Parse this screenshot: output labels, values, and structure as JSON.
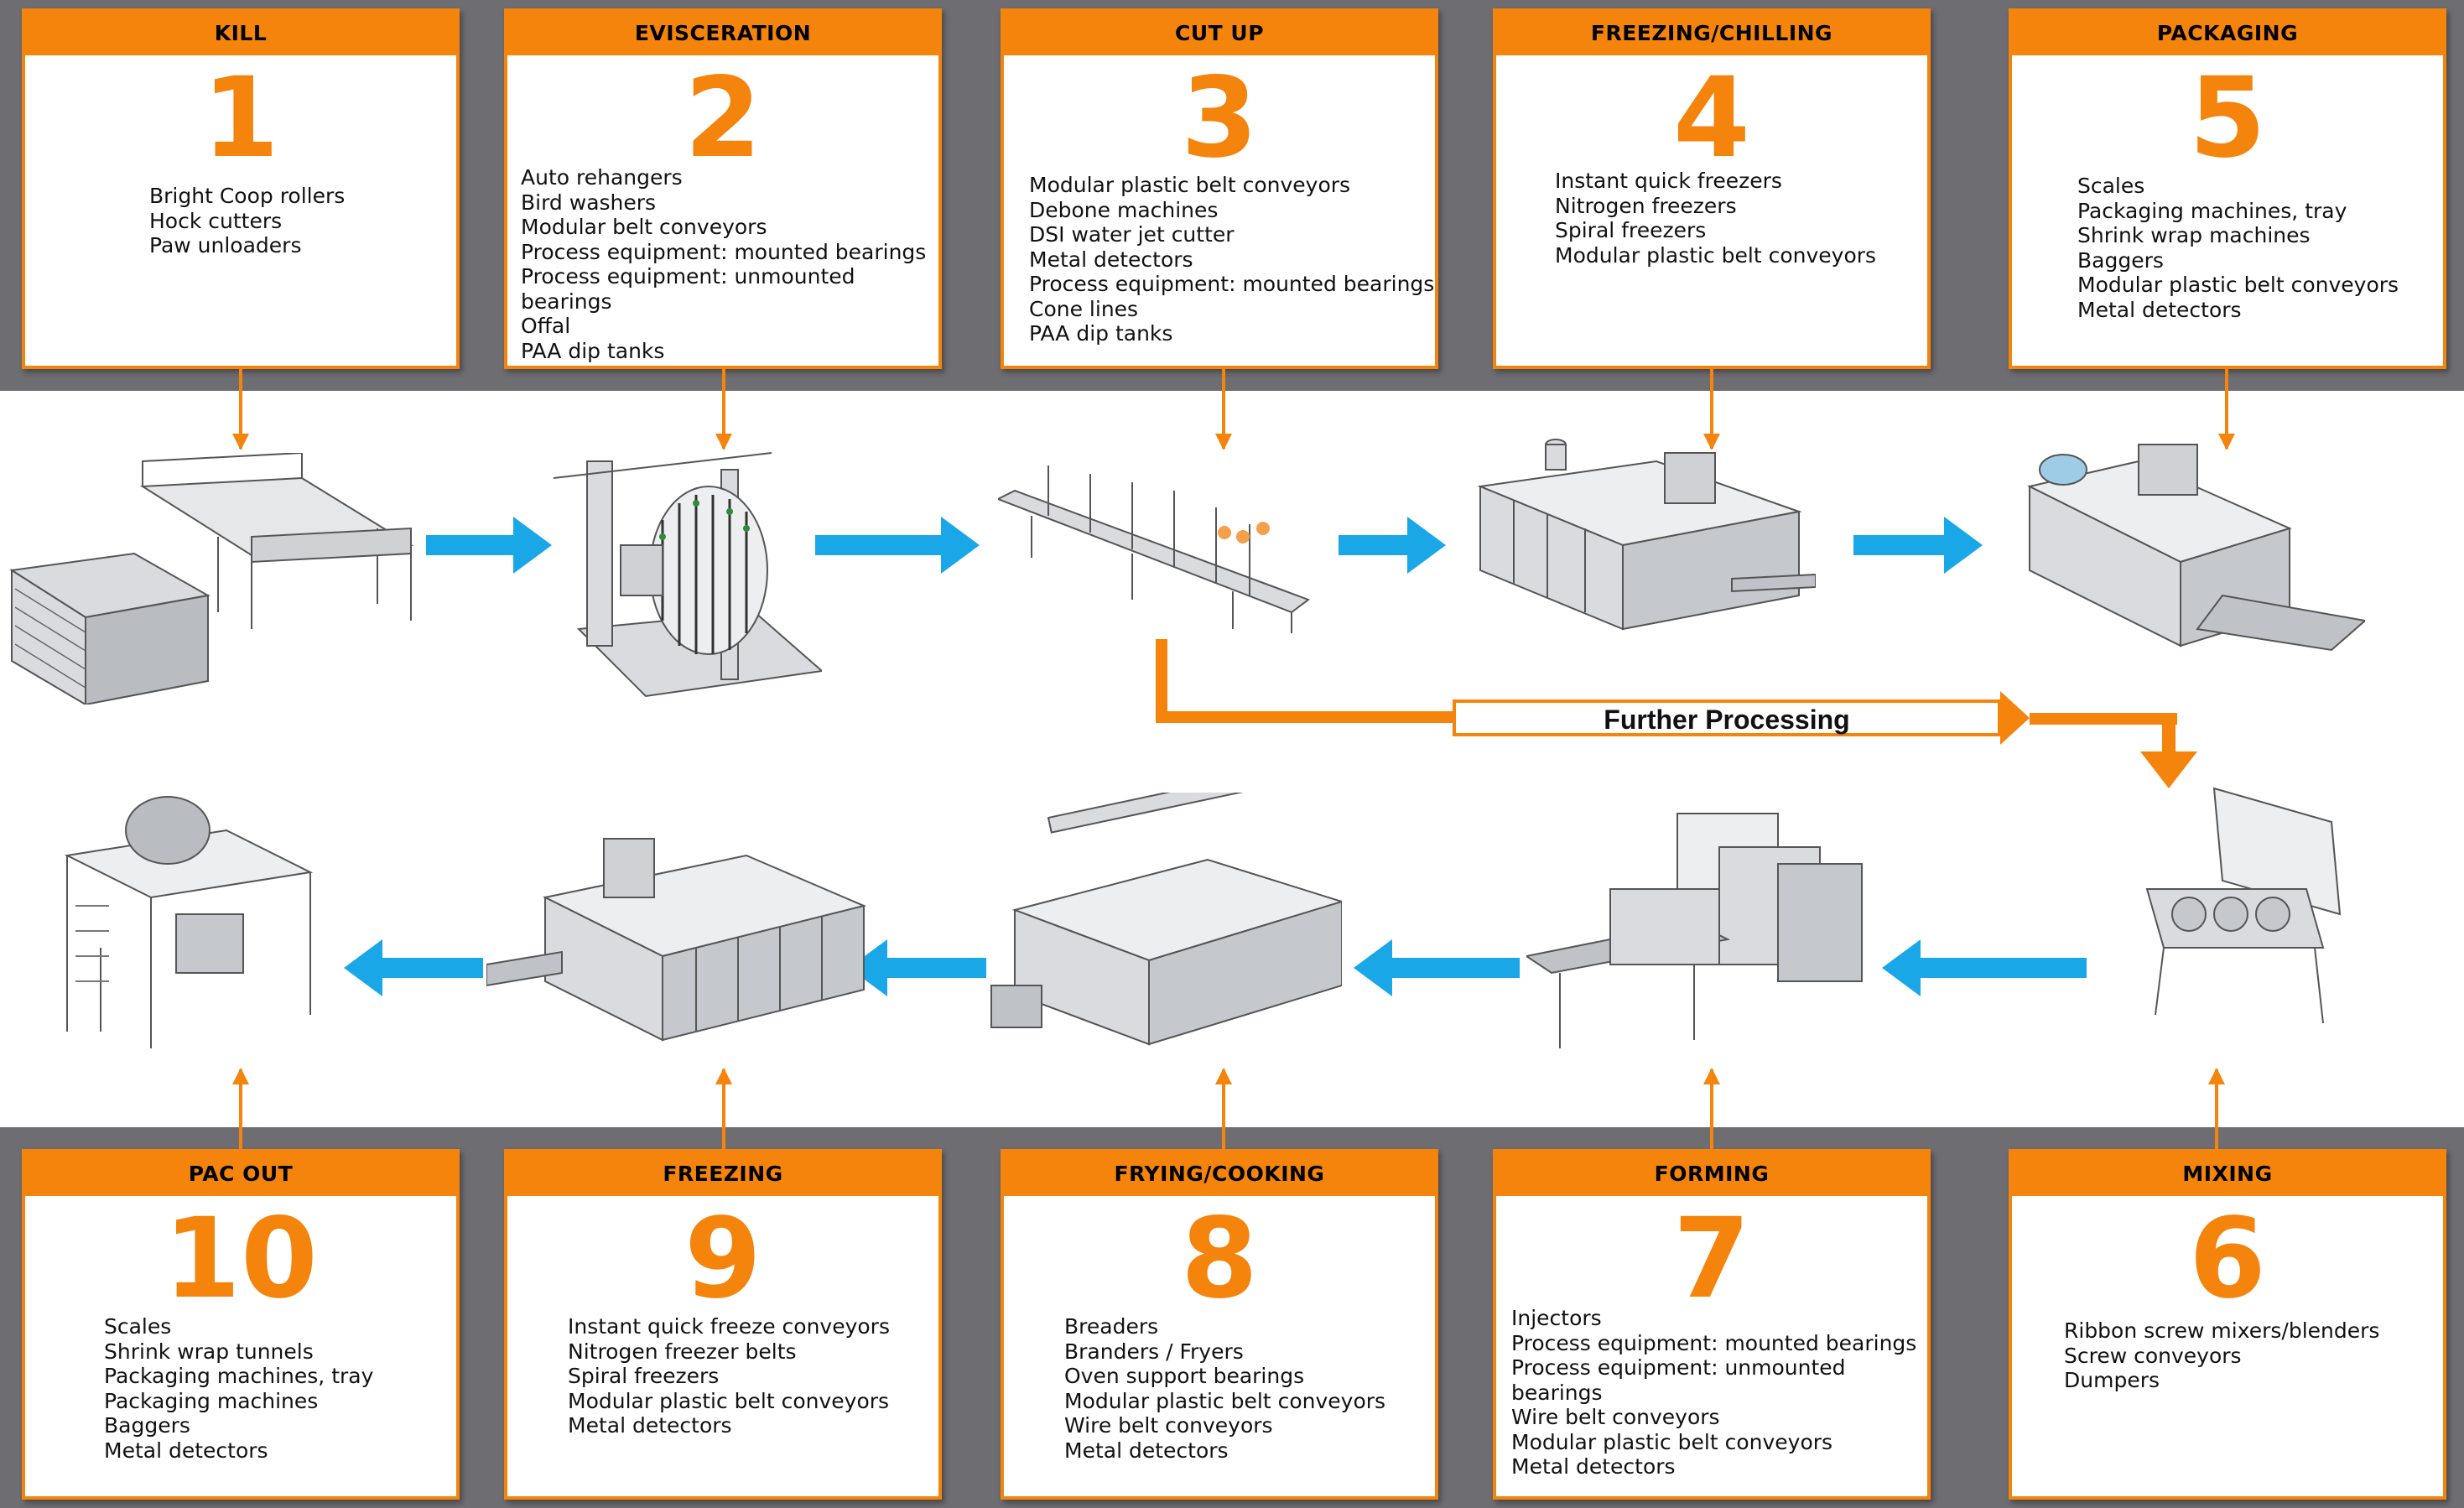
{
  "steps": [
    {
      "title": "KILL",
      "number": "1",
      "items": [
        "Bright Coop rollers",
        "Hock cutters",
        "Paw unloaders"
      ]
    },
    {
      "title": "EVISCERATION",
      "number": "2",
      "items": [
        "Auto rehangers",
        "Bird washers",
        "Modular belt conveyors",
        "Process equipment: mounted bearings",
        "Process equipment: unmounted bearings",
        "Offal",
        "PAA dip tanks"
      ]
    },
    {
      "title": "CUT UP",
      "number": "3",
      "items": [
        "Modular plastic belt conveyors",
        "Debone machines",
        "DSI water jet cutter",
        "Metal detectors",
        "Process equipment: mounted bearings",
        "Cone lines",
        "PAA dip tanks"
      ]
    },
    {
      "title": "FREEZING/CHILLING",
      "number": "4",
      "items": [
        "Instant quick freezers",
        "Nitrogen freezers",
        "Spiral freezers",
        "Modular plastic belt conveyors"
      ]
    },
    {
      "title": "PACKAGING",
      "number": "5",
      "items": [
        "Scales",
        "Packaging machines, tray",
        "Shrink wrap machines",
        "Baggers",
        "Modular plastic belt conveyors",
        "Metal detectors"
      ]
    },
    {
      "title": "MIXING",
      "number": "6",
      "items": [
        "Ribbon screw mixers/blenders",
        "Screw conveyors",
        "Dumpers"
      ]
    },
    {
      "title": "FORMING",
      "number": "7",
      "items": [
        "Injectors",
        "Process equipment: mounted bearings",
        "Process equipment: unmounted bearings",
        "Wire belt conveyors",
        "Modular plastic belt conveyors",
        "Metal detectors"
      ]
    },
    {
      "title": "FRYING/COOKING",
      "number": "8",
      "items": [
        "Breaders",
        "Branders / Fryers",
        "Oven support bearings",
        "Modular plastic belt conveyors",
        "Wire belt conveyors",
        "Metal detectors"
      ]
    },
    {
      "title": "FREEZING",
      "number": "9",
      "items": [
        "Instant quick freeze conveyors",
        "Nitrogen freezer belts",
        "Spiral freezers",
        "Modular plastic belt conveyors",
        "Metal detectors"
      ]
    },
    {
      "title": "PAC OUT",
      "number": "10",
      "items": [
        "Scales",
        "Shrink wrap tunnels",
        "Packaging machines, tray",
        "Packaging machines",
        "Baggers",
        "Metal detectors"
      ]
    }
  ],
  "further_processing_label": "Further Processing",
  "colors": {
    "accent": "#f5840c",
    "flow_arrow": "#1aa7e8",
    "background": "#6e6e72",
    "machine": "#d9dbde"
  }
}
